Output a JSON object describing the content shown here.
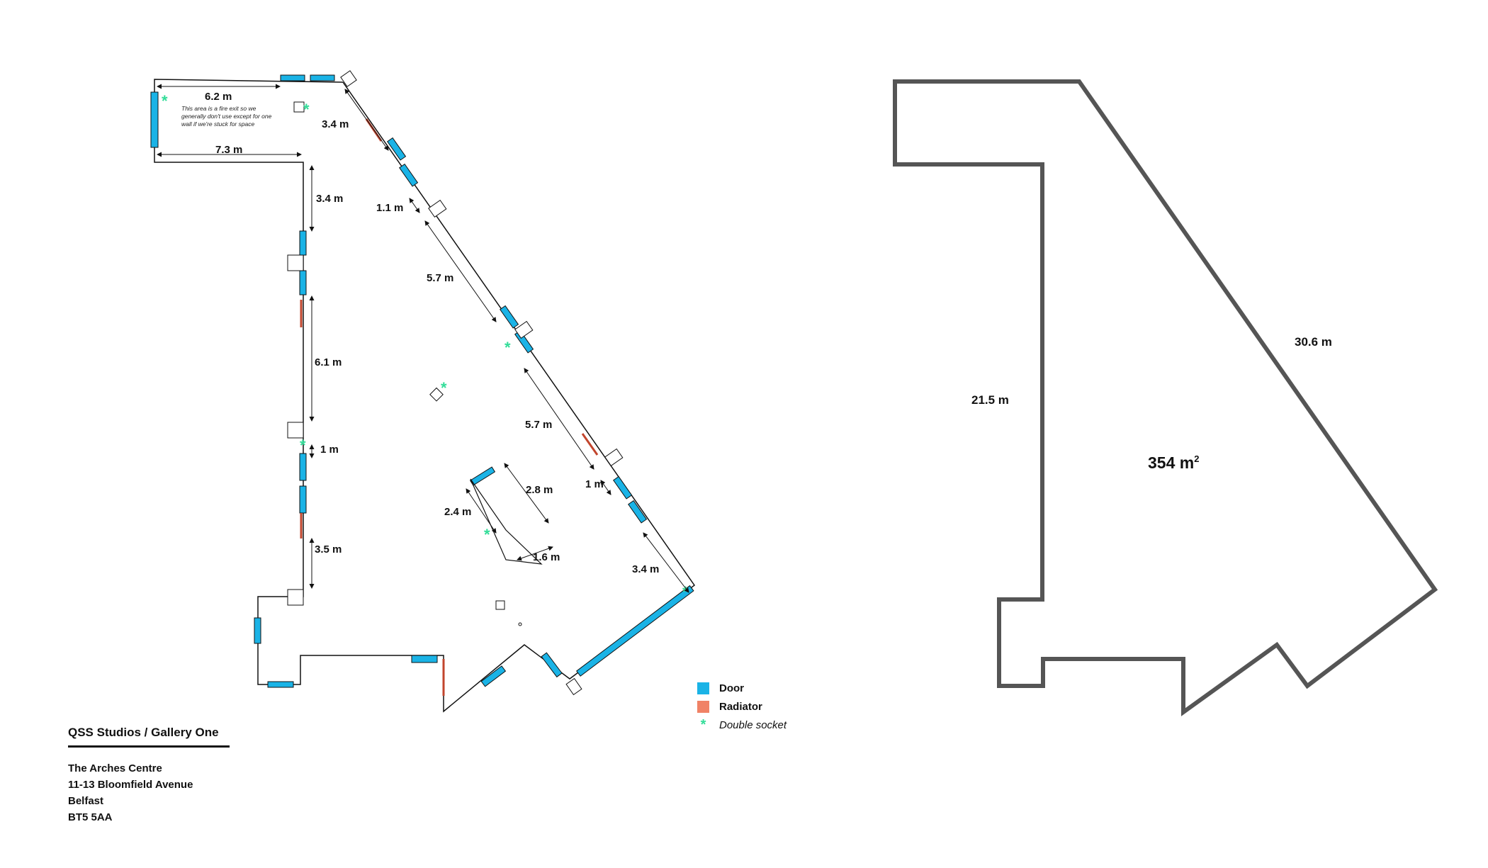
{
  "floor_plan": {
    "dimensions": [
      "6.2 m",
      "7.3 m",
      "3.4 m",
      "3.4 m",
      "1.1 m",
      "5.7 m",
      "6.1 m",
      "5.7 m",
      "1 m",
      "1 m",
      "2.8 m",
      "2.4 m",
      "1.6 m",
      "3.5 m",
      "3.4 m"
    ],
    "note": [
      "This area is a fire exit so we",
      "generally don't use except for one",
      "wall if we're stuck for space"
    ]
  },
  "legend": {
    "items": [
      {
        "label": "Door",
        "color": "#1ab3e6"
      },
      {
        "label": "Radiator",
        "color": "#f08266"
      },
      {
        "label": "Double socket",
        "color": "#33dd99",
        "symbol": "*"
      }
    ]
  },
  "colors": {
    "door": "#1ab3e6",
    "radiator": "#c2452d",
    "socket": "#33dd99",
    "outline": "#555555"
  },
  "address": {
    "title": "QSS Studios / Gallery One",
    "lines": [
      "The Arches Centre",
      "11-13 Bloomfield Avenue",
      "Belfast",
      "BT5 5AA"
    ]
  },
  "outline": {
    "left_wall": "21.5 m",
    "diagonal_wall": "30.6 m",
    "area": "354 m",
    "area_unit_sup": "2"
  }
}
